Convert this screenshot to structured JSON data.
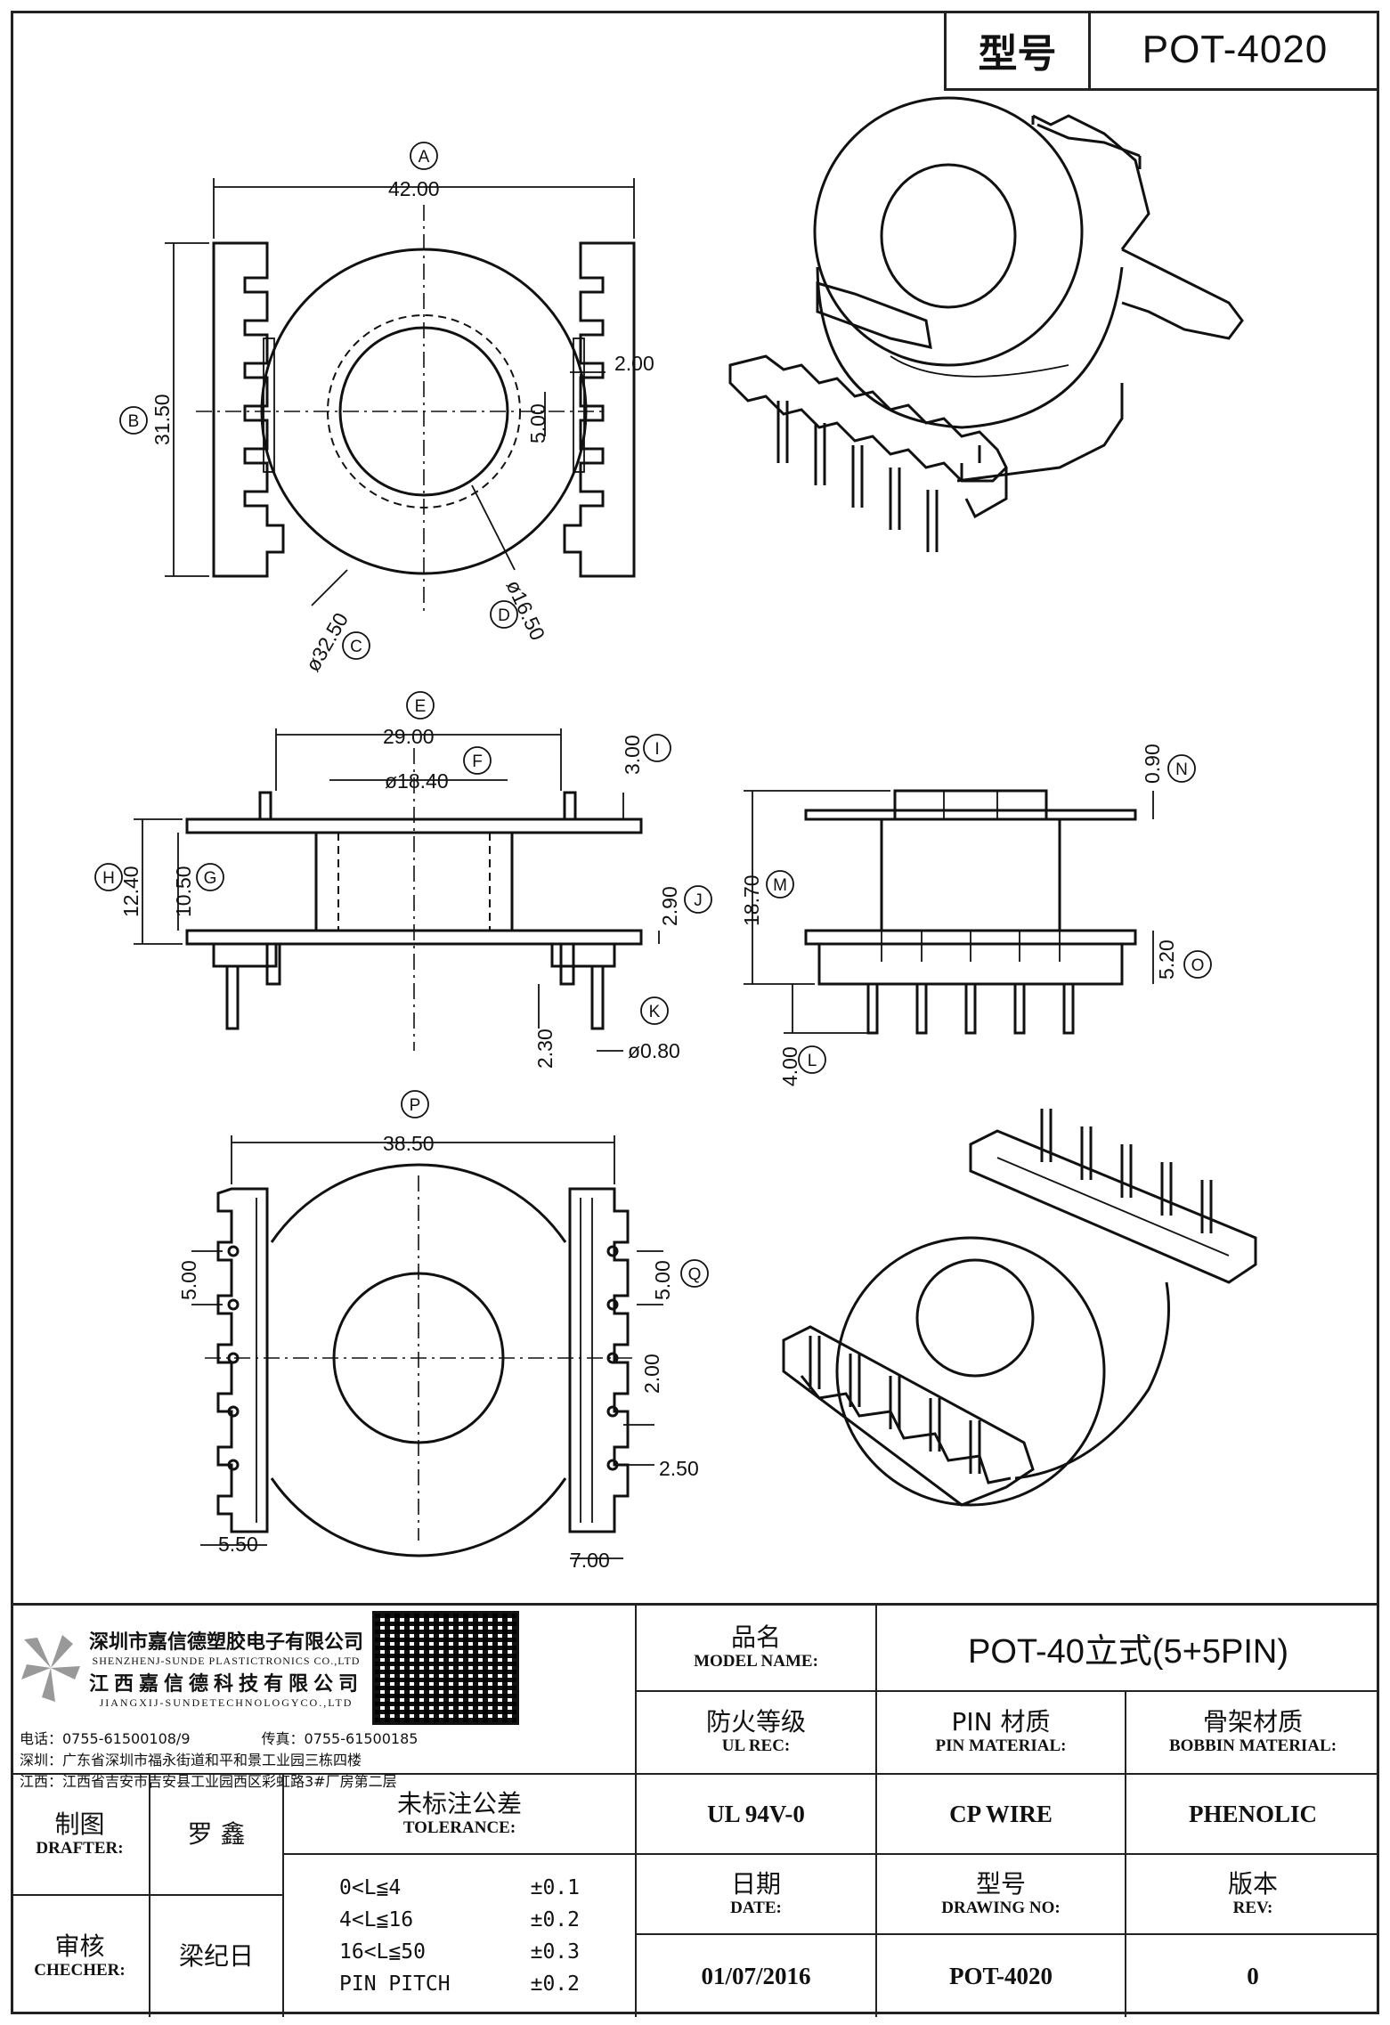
{
  "tab": {
    "label": "型号",
    "value": "POT-4020"
  },
  "dimensions": {
    "top_view": {
      "A": "A",
      "width_A": "42.00",
      "B": "B",
      "height_B": "31.50",
      "C": "C",
      "dia_C": "ø32.50",
      "D": "D",
      "dia_D": "ø16.50",
      "slot_w": "2.00",
      "slot_h": "5.00"
    },
    "side_view": {
      "E": "E",
      "width_E": "29.00",
      "F": "F",
      "dia_F": "ø18.40",
      "I": "I",
      "h_I": "3.00",
      "H": "H",
      "h_H": "12.40",
      "G": "G",
      "h_G": "10.50",
      "J": "J",
      "h_J": "2.90",
      "K": "K",
      "pin_dia": "ø0.80",
      "pin_h": "2.30"
    },
    "front_view": {
      "N": "N",
      "h_N": "0.90",
      "M": "M",
      "h_M": "18.70",
      "O": "O",
      "h_O": "5.20",
      "L": "L",
      "h_L": "4.00"
    },
    "bottom_view": {
      "P": "P",
      "width_P": "38.50",
      "Q": "Q",
      "pitch": "5.00",
      "pitch_r": "5.00",
      "d_2": "2.00",
      "d_25": "2.50",
      "d_55": "5.50",
      "d_7": "7.00"
    }
  },
  "company": {
    "name_cn": "深圳市嘉信德塑胶电子有限公司",
    "name_en": "SHENZHENJ-SUNDE PLASTICTRONICS CO.,LTD",
    "name2_cn": "江西嘉信德科技有限公司",
    "name2_en": "JIANGXIJ-SUNDETECHNOLOGYCO.,LTD",
    "phone": "电话：0755-61500108/9",
    "fax": "传真：0755-61500185",
    "addr1": "深圳：广东省深圳市福永街道和平和景工业园三栋四楼",
    "addr2": "江西：江西省吉安市吉安县工业园西区彩虹路3#厂房第二层"
  },
  "title_block": {
    "model_name_cn": "品名",
    "model_name_en": "MODEL NAME:",
    "model_name_value": "POT-40立式(5+5PIN)",
    "ul_cn": "防火等级",
    "ul_en": "UL REC:",
    "pin_mat_cn": "PIN 材质",
    "pin_mat_en": "PIN MATERIAL:",
    "bobbin_cn": "骨架材质",
    "bobbin_en": "BOBBIN MATERIAL:",
    "ul_value": "UL 94V-0",
    "pin_value": "CP WIRE",
    "bobbin_value": "PHENOLIC",
    "drafter_cn": "制图",
    "drafter_en": "DRAFTER:",
    "drafter_value": "罗 鑫",
    "checker_cn": "审核",
    "checker_en": "CHECHER:",
    "checker_value": "梁纪日",
    "tol_cn": "未标注公差",
    "tol_en": "TOLERANCE:",
    "tolerances": [
      {
        "range": "0<L≦4",
        "value": "±0.1"
      },
      {
        "range": "4<L≦16",
        "value": "±0.2"
      },
      {
        "range": "16<L≦50",
        "value": "±0.3"
      },
      {
        "range": "PIN PITCH",
        "value": "±0.2"
      }
    ],
    "date_cn": "日期",
    "date_en": "DATE:",
    "date_value": "01/07/2016",
    "dwg_cn": "型号",
    "dwg_en": "DRAWING NO:",
    "dwg_value": "POT-4020",
    "rev_cn": "版本",
    "rev_en": "REV:",
    "rev_value": "0"
  }
}
